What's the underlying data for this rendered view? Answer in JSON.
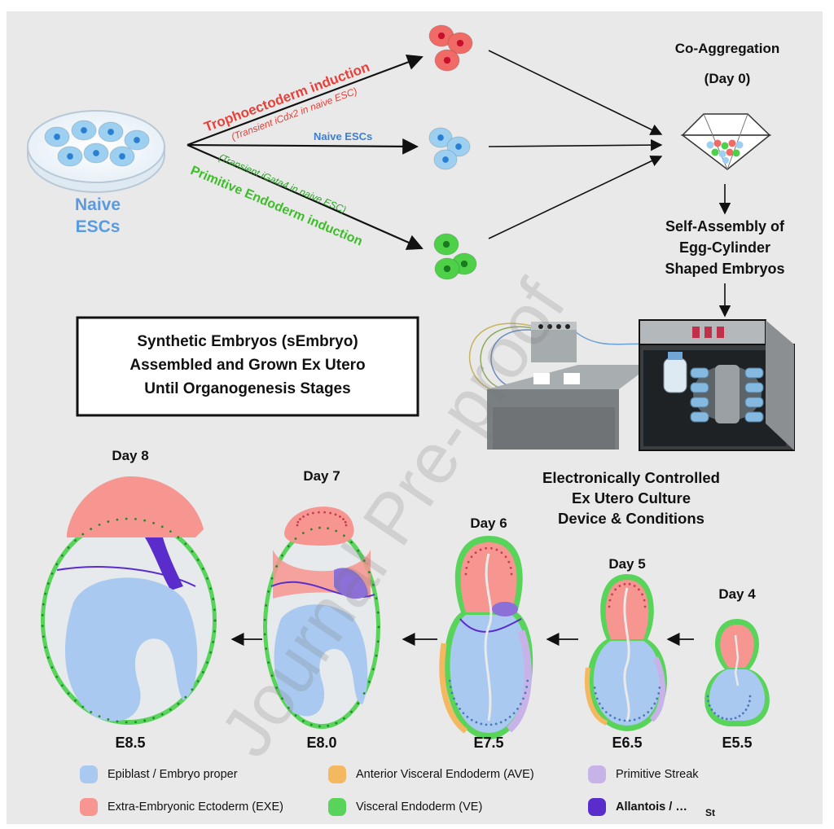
{
  "top": {
    "dish_label": "Naive\nESCs",
    "tro_label": "Trophoectoderm induction",
    "tro_sub_prefix": "(Transient ",
    "tro_sub_gene": "iCdx2",
    "tro_sub_suffix": " in naive ESC)",
    "naive_label": "Naive ESCs",
    "pe_sub_prefix": "(Transient ",
    "pe_sub_gene": "iGata4",
    "pe_sub_suffix": " in naive ESC)",
    "pe_label": "Primitive Endoderm induction",
    "coagg_title": "Co-Aggregation",
    "coagg_day": "(Day 0)",
    "selfassembly": [
      "Self-Assembly of",
      "Egg-Cylinder",
      "Shaped Embryos"
    ]
  },
  "box_title": [
    "Synthetic Embryos (sEmbryo)",
    "Assembled and Grown Ex Utero",
    "Until Organogenesis Stages"
  ],
  "device_caption": [
    "Electronically Controlled",
    "Ex Utero Culture",
    "Device & Conditions"
  ],
  "stages": [
    {
      "day": "Day 8",
      "stage": "E8.5"
    },
    {
      "day": "Day 7",
      "stage": "E8.0"
    },
    {
      "day": "Day 6",
      "stage": "E7.5"
    },
    {
      "day": "Day 5",
      "stage": "E6.5"
    },
    {
      "day": "Day 4",
      "stage": "E5.5"
    }
  ],
  "legend": [
    {
      "label": "Epiblast / Embryo proper",
      "color": "#a9c9f0"
    },
    {
      "label": "Anterior Visceral Endoderm (AVE)",
      "color": "#f4b860"
    },
    {
      "label": "Primitive Streak",
      "color": "#c7b3e8"
    },
    {
      "label": "Extra-Embryonic Ectoderm (EXE)",
      "color": "#f79590"
    },
    {
      "label": "Visceral Endoderm (VE)",
      "color": "#58d45a"
    },
    {
      "label": "Allantois / …",
      "color": "#5b2ccc"
    }
  ],
  "legend_tail": "St",
  "watermark": "Journal Pre-proof",
  "colors": {
    "red_text": "#e8403a",
    "green_text": "#3cbe28",
    "blue_text": "#5a9be0",
    "naive_cell": "#9dd0f0",
    "te_cell": "#f06a66",
    "pe_cell": "#4ed048"
  }
}
